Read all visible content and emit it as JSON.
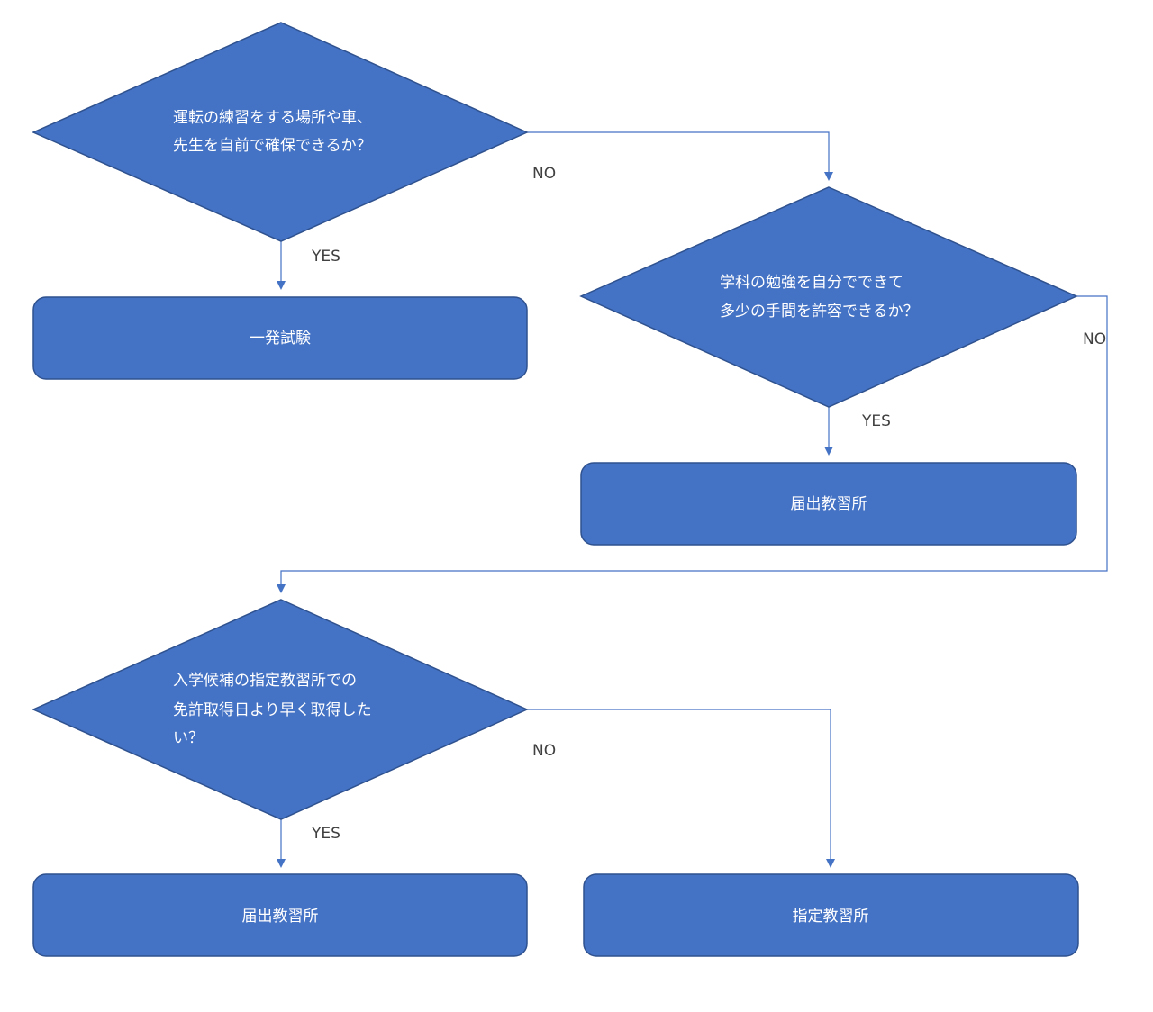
{
  "decisions": [
    {
      "lines": [
        "運転の練習をする場所や車、",
        "先生を自前で確保できるか？"
      ],
      "yes_label": "YES",
      "no_label": "NO"
    },
    {
      "lines": [
        "学科の勉強を自分でできて",
        "多少の手間を許容できるか？"
      ],
      "yes_label": "YES",
      "no_label": "NO"
    },
    {
      "lines": [
        "入学候補の指定教習所での",
        "免許取得日より早く取得した",
        "い？"
      ],
      "yes_label": "YES",
      "no_label": "NO"
    }
  ],
  "outcomes": [
    {
      "label": "一発試験"
    },
    {
      "label": "届出教習所"
    },
    {
      "label": "届出教習所"
    },
    {
      "label": "指定教習所"
    }
  ],
  "colors": {
    "shape_fill": "#4472C4",
    "shape_border": "#2F528F",
    "connector": "#4472C4",
    "node_text": "#FFFFFF",
    "edge_label": "#404040"
  }
}
